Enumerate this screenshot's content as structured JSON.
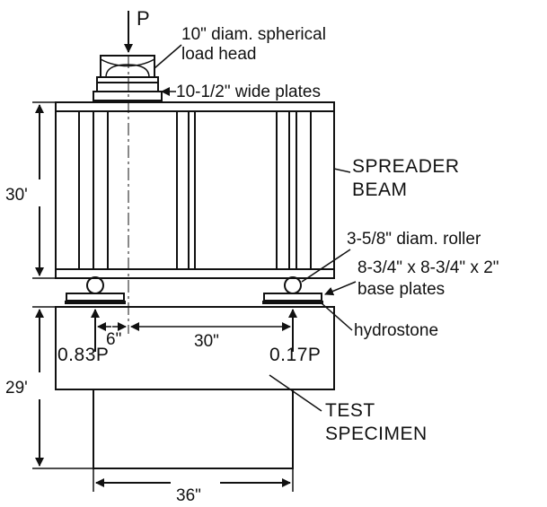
{
  "labels": {
    "load": "P",
    "load_head": [
      "10\" diam. spherical",
      "load head"
    ],
    "wide_plates": "10-1/2\" wide plates",
    "beam": [
      "SPREADER",
      "BEAM"
    ],
    "beam_height": "30'",
    "roller": "3-5/8\" diam. roller",
    "base_plates": [
      "8-3/4\" x 8-3/4\" x 2\"",
      "base plates"
    ],
    "hydrostone": "hydrostone",
    "reaction_left": "0.83P",
    "reaction_right": "0.17P",
    "offset_dim": "6\"",
    "span_dim": "30\"",
    "specimen_height": "29'",
    "specimen": [
      "TEST",
      "SPECIMEN"
    ],
    "specimen_width": "36\""
  }
}
